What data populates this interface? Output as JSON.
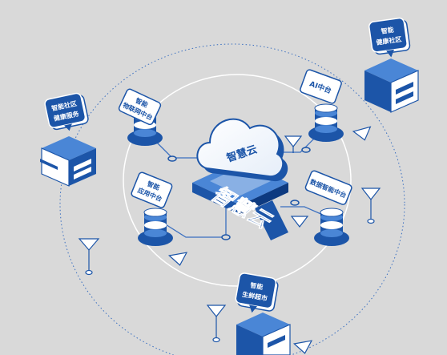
{
  "diagram": {
    "center_cloud_label": "智慧云",
    "ground_text": "智慧云",
    "colors": {
      "background": "#d9d9d9",
      "primary_blue": "#1c55a8",
      "dark_blue": "#0d3a80",
      "light_blue": "#4a86d6",
      "white": "#ffffff",
      "ring_line": "#ffffff",
      "connector_line": "#3a6fc0"
    },
    "platforms": [
      {
        "label_line1": "智能",
        "label_line2": "物联网中台"
      },
      {
        "label_line1": "AI中台",
        "label_line2": ""
      },
      {
        "label_line1": "智能",
        "label_line2": "应用中台"
      },
      {
        "label_line1": "数据智能中台",
        "label_line2": ""
      }
    ],
    "buildings": [
      {
        "label_line1": "智能社区",
        "label_line2": "健康服务"
      },
      {
        "label_line1": "智能",
        "label_line2": "健康社区"
      },
      {
        "label_line1": "智能",
        "label_line2": "生鲜超市"
      }
    ]
  }
}
